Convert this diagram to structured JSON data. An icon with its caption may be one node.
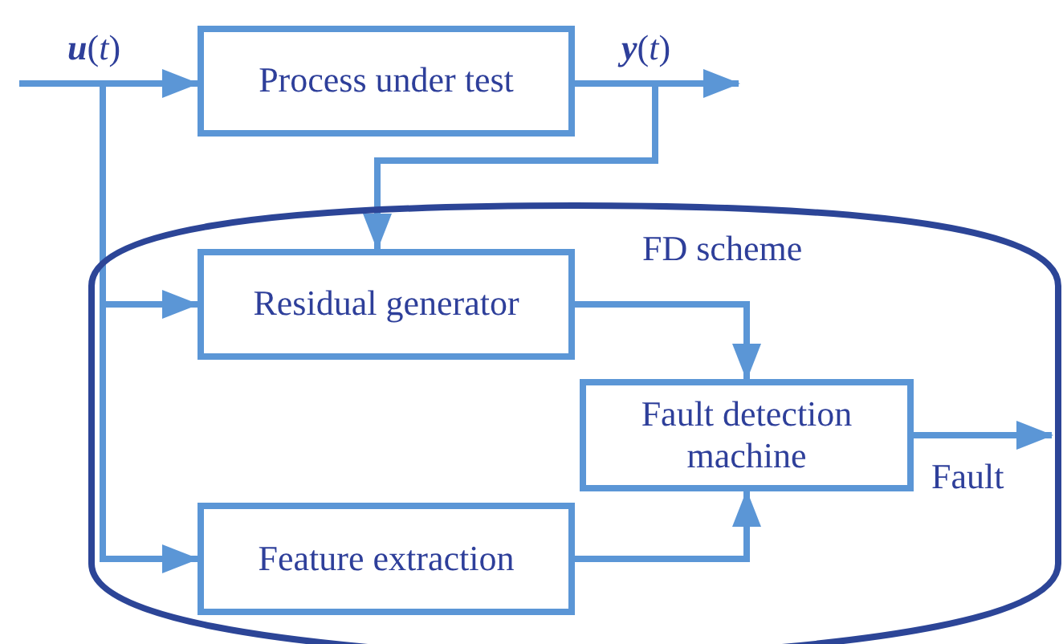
{
  "diagram": {
    "nodes": [
      {
        "text": [
          "Process under test"
        ]
      },
      {
        "text": [
          "FD scheme"
        ]
      },
      {
        "text": [
          "Residual generator"
        ],
        "in": 1
      },
      {
        "text": [
          "Fault detection machine"
        ],
        "in": 1
      },
      {
        "text": [
          "Feature extraction"
        ],
        "in": 1
      }
    ],
    "edges": [
      {
        "from": null,
        "to": 0,
        "arrow": "to",
        "label": "**u**(*t*)"
      },
      {
        "from": null,
        "to": 2,
        "arrow": "to"
      },
      {
        "from": null,
        "to": 4,
        "arrow": "to"
      },
      {
        "from": 0,
        "to": null,
        "arrow": "to",
        "label": "**y**(*t*)"
      },
      {
        "from": 0,
        "to": 2,
        "arrow": "to"
      },
      {
        "from": 2,
        "to": 3,
        "arrow": "to"
      },
      {
        "from": 4,
        "to": 3,
        "arrow": "to"
      },
      {
        "from": 3,
        "to": null,
        "arrow": "to",
        "label": "Fault"
      }
    ]
  }
}
